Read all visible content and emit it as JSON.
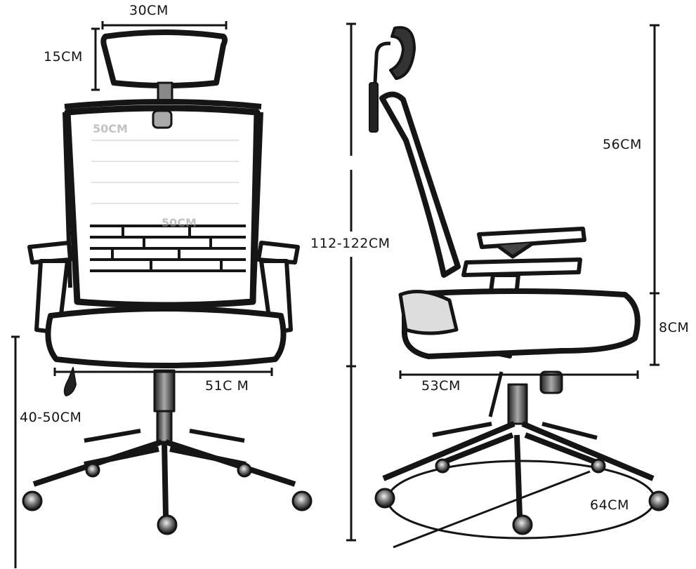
{
  "diagram": {
    "subject": "Ergonomic high-back mesh office chair",
    "views": [
      {
        "name": "front-view",
        "label": ""
      },
      {
        "name": "side-view",
        "label": ""
      }
    ],
    "colors": {
      "ink": "#151515",
      "fill": "#ffffff",
      "shade": "#8a8a8a"
    }
  },
  "front_view": {
    "headrest_width": "30CM",
    "headrest_height": "15CM",
    "backrest_width_ghost": "50CM",
    "lumbar_ghost": "50CM",
    "seat_width": "51C M",
    "seat_height_range": "40-50CM"
  },
  "side_view": {
    "total_height": "112-122CM",
    "backrest_height": "56CM",
    "seat_thickness": "8CM",
    "seat_depth": "53CM",
    "base_diameter": "64CM"
  }
}
